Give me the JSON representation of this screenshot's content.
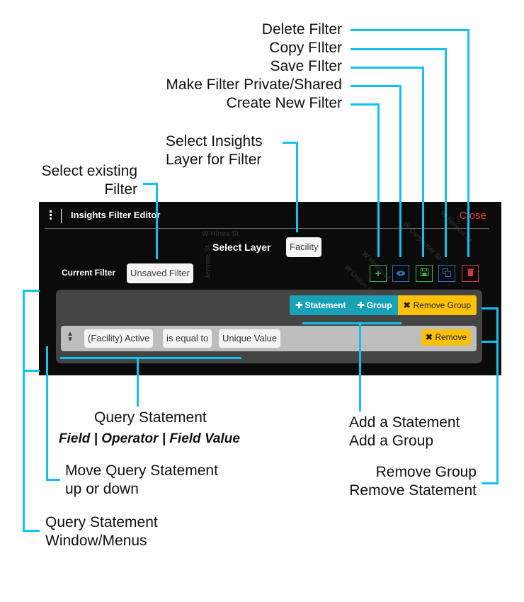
{
  "annotations": {
    "delete_filter": "Delete Filter",
    "copy_filter": "Copy FIlter",
    "save_filter": "Save FIlter",
    "private_shared": "Make Filter Private/Shared",
    "create_filter": "Create New Filter",
    "select_layer_1": "Select Insights",
    "select_layer_2": "Layer for Filter",
    "select_existing_1": "Select existing",
    "select_existing_2": "Filter",
    "query_statement": "Query Statement",
    "query_parts": "Field  | Operator | Field Value",
    "move_1": "Move Query Statement",
    "move_2": "up or down",
    "window_1": "Query Statement",
    "window_2": "Window/Menus",
    "add_statement": "Add a Statement",
    "add_group": "Add a Group",
    "remove_group": "Remove Group",
    "remove_statement": "Remove Statement"
  },
  "panel": {
    "title": "Insights Filter Editor",
    "close_label": "Close",
    "select_layer_label": "Select Layer",
    "layer_value": "Facility",
    "current_filter_label": "Current Filter",
    "current_filter_value": "Unsaved Filter",
    "toolbar": [
      {
        "icon": "plus-icon",
        "glyph": "+",
        "color": "#3fae49"
      },
      {
        "icon": "eye-icon",
        "glyph": "◉",
        "color": "#2d6fb5"
      },
      {
        "icon": "save-icon",
        "glyph": "▣",
        "color": "#3fae49"
      },
      {
        "icon": "copy-icon",
        "glyph": "⧉",
        "color": "#2d6fb5"
      },
      {
        "icon": "trash-icon",
        "glyph": "🗑",
        "color": "#d9363e"
      }
    ],
    "streets": [
      "W Hines St",
      "Jerome St",
      "W Carpenter St",
      "W Hines St",
      "W Union St",
      "W Nelson St"
    ],
    "group": {
      "add_statement_label": "Statement",
      "add_group_label": "Group",
      "remove_group_label": "Remove Group",
      "statement": {
        "field": "(Facility) Active",
        "operator": "is equal to",
        "value": "Unique Value",
        "remove_label": "Remove"
      }
    }
  },
  "colors": {
    "callout_line": "#12c2ee",
    "teal": "#17a2b8",
    "yellow": "#ffc107",
    "close_red": "#e03e3e"
  }
}
